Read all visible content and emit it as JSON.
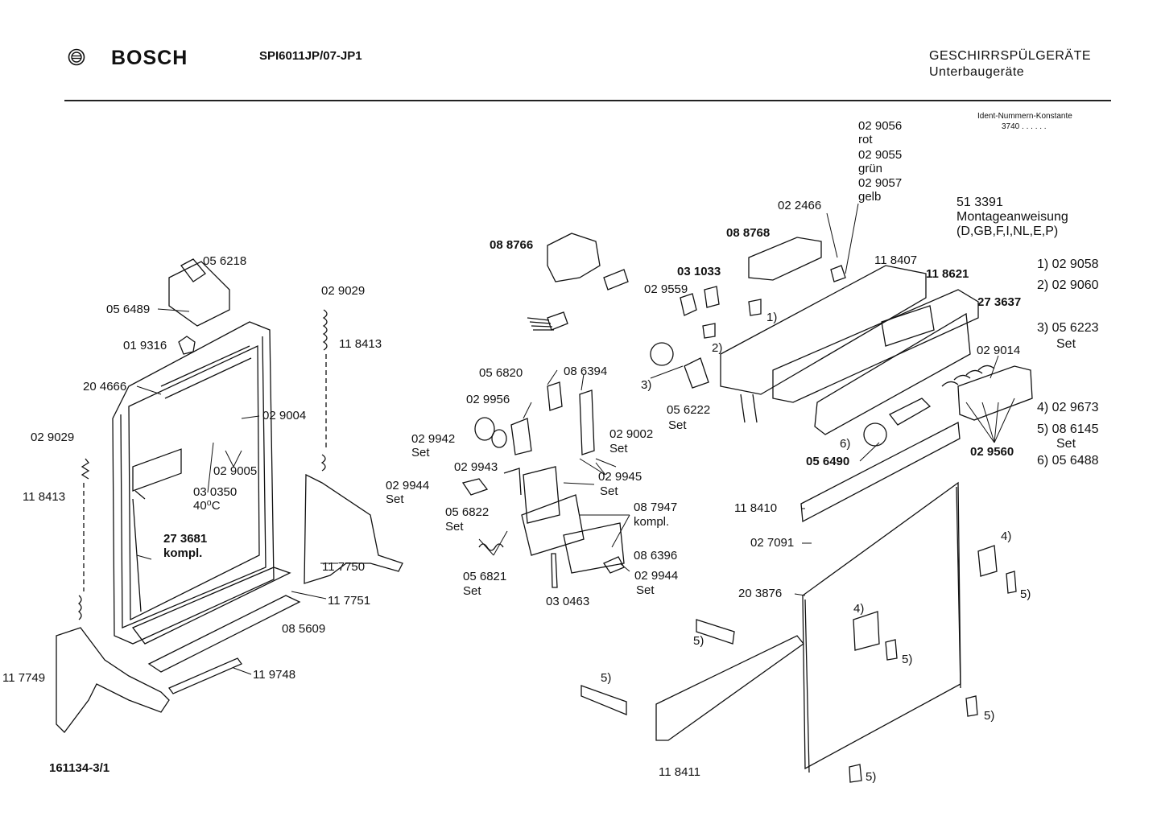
{
  "header": {
    "brand": "BOSCH",
    "model": "SPI6011JP/07-JP1",
    "category_line1": "GESCHIRRSPÜLGERÄTE",
    "category_line2": "Unterbaugeräte",
    "ident_line1": "Ident-Nummern-Konstante",
    "ident_line2": "3740 . . . . . ."
  },
  "footer": {
    "drawing_number": "161134-3/1"
  },
  "manual": {
    "number": "51 3391",
    "title": "Montageanweisung",
    "languages": "(D,GB,F,I,NL,E,P)"
  },
  "legend": [
    {
      "line1": "1) 02 9058",
      "line2": ""
    },
    {
      "line1": "2) 02 9060",
      "line2": ""
    },
    {
      "line1": "3) 05 6223",
      "line2": "Set"
    },
    {
      "line1": "4) 02 9673",
      "line2": ""
    },
    {
      "line1": "5) 08 6145",
      "line2": "Set"
    },
    {
      "line1": "6) 05 6488",
      "line2": ""
    }
  ],
  "colors": {
    "ink": "#111111",
    "background": "#ffffff"
  },
  "labels": {
    "l056218": "05 6218",
    "l056489": "05 6489",
    "l019316": "01 9316",
    "l204666": "20 4666",
    "l029029a": "02 9029",
    "l118413a": "11 8413",
    "l029029b": "02 9029",
    "l118413b": "11 8413",
    "l029004": "02 9004",
    "l029005": "02 9005",
    "l030350": "03 0350",
    "l030350b": "40⁰C",
    "l273681": "27 3681",
    "l273681b": "kompl.",
    "l117750": "11 7750",
    "l117751": "11 7751",
    "l085609": "08 5609",
    "l119748": "11 9748",
    "l117749": "11 7749",
    "l088766": "08 8766",
    "l088768": "08 8768",
    "l022466": "02 2466",
    "l029056": "02 9056",
    "l029056b": "rot",
    "l029055": "02 9055",
    "l029055b": "grün",
    "l029057": "02 9057",
    "l029057b": "gelb",
    "l031033": "03 1033",
    "l029559": "02 9559",
    "l118407": "11 8407",
    "l118621": "11 8621",
    "l273637": "27 3637",
    "l029014": "02 9014",
    "l029560": "02 9560",
    "c1": "1)",
    "c2": "2)",
    "c3": "3)",
    "c6": "6)",
    "l056820": "05 6820",
    "l086394": "08 6394",
    "l029956": "02 9956",
    "l029942": "02 9942",
    "l029942b": "Set",
    "l029002": "02 9002",
    "l029002b": "Set",
    "l056222": "05 6222",
    "l056222b": "Set",
    "l029943": "02 9943",
    "l029945": "02 9945",
    "l029945b": "Set",
    "l029944a": "02 9944",
    "l029944ab": "Set",
    "l056822": "05 6822",
    "l056822b": "Set",
    "l087947": "08 7947",
    "l087947b": "kompl.",
    "l056821": "05 6821",
    "l056821b": "Set",
    "l086396": "08 6396",
    "l029944b": "02 9944",
    "l029944bb": "Set",
    "l030463": "03 0463",
    "l056490": "05 6490",
    "l118410": "11 8410",
    "l027091": "02 7091",
    "l203876": "20 3876",
    "c4a": "4)",
    "c5a": "5)",
    "c4b": "4)",
    "c5b": "5)",
    "c5c": "5)",
    "c5d": "5)",
    "c5e": "5)",
    "c5f": "5)",
    "l118411": "11 8411"
  }
}
